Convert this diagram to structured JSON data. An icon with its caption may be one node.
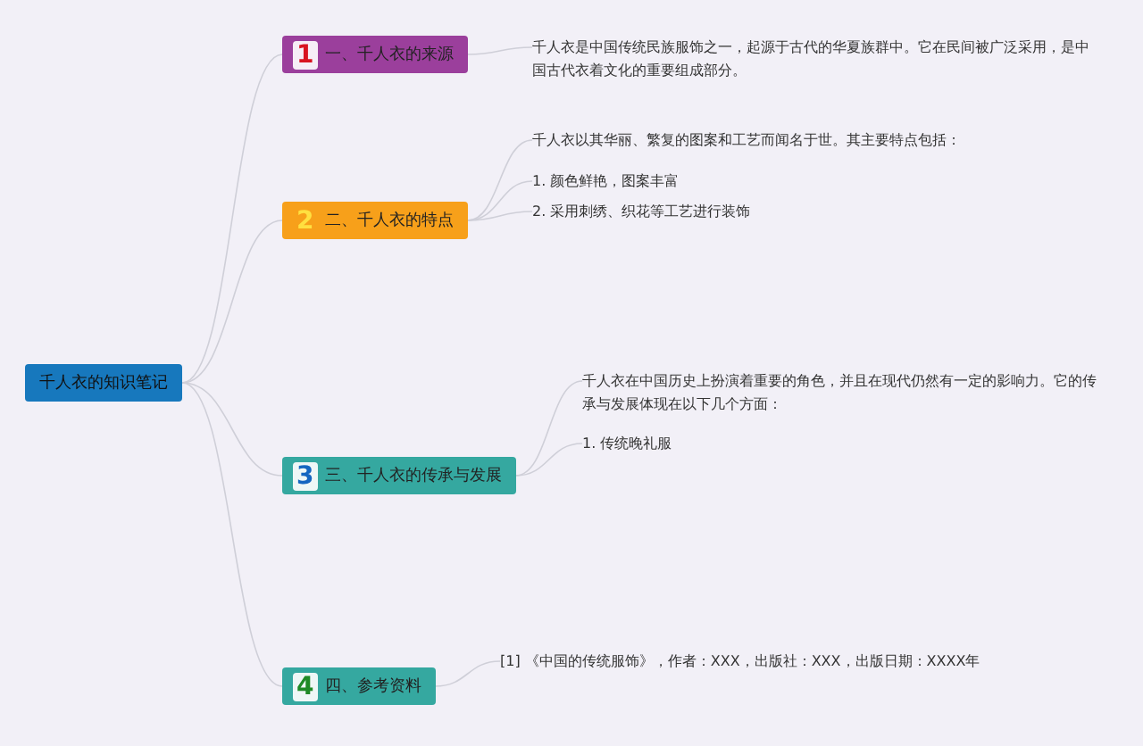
{
  "diagram": {
    "nodes": [
      {
        "text": [
          "千人衣的知识笔记"
        ]
      },
      {
        "text": [
          "1",
          "一、千人衣的来源"
        ]
      },
      {
        "text": [
          "千人衣是中国传统民族服饰之一，起源于古代的华夏族群中。它在民间被广泛采用，是中国古代衣着文化的重要组成部分。"
        ]
      },
      {
        "text": [
          "2",
          "二、千人衣的特点"
        ]
      },
      {
        "text": [
          "千人衣以其华丽、繁复的图案和工艺而闻名于世。其主要特点包括："
        ]
      },
      {
        "text": [
          "1. 颜色鲜艳，图案丰富"
        ]
      },
      {
        "text": [
          "2. 采用刺绣、织花等工艺进行装饰"
        ]
      },
      {
        "text": [
          "3",
          "三、千人衣的传承与发展"
        ]
      },
      {
        "text": [
          "千人衣在中国历史上扮演着重要的角色，并且在现代仍然有一定的影响力。它的传承与发展体现在以下几个方面："
        ]
      },
      {
        "text": [
          "1. 传统晚礼服"
        ]
      },
      {
        "text": [
          "4",
          "四、参考资料"
        ]
      },
      {
        "text": [
          "[1] 《中国的传统服饰》，作者：XXX，出版社：XXX，出版日期：XXXX年"
        ]
      }
    ],
    "edges": [
      {
        "from": 0,
        "to": 1,
        "arrow": "none"
      },
      {
        "from": 0,
        "to": 3,
        "arrow": "none"
      },
      {
        "from": 0,
        "to": 7,
        "arrow": "none"
      },
      {
        "from": 0,
        "to": 10,
        "arrow": "none"
      },
      {
        "from": 1,
        "to": 2,
        "arrow": "none"
      },
      {
        "from": 3,
        "to": 4,
        "arrow": "none"
      },
      {
        "from": 3,
        "to": 5,
        "arrow": "none"
      },
      {
        "from": 3,
        "to": 6,
        "arrow": "none"
      },
      {
        "from": 7,
        "to": 8,
        "arrow": "none"
      },
      {
        "from": 7,
        "to": 9,
        "arrow": "none"
      },
      {
        "from": 10,
        "to": 11,
        "arrow": "none"
      }
    ]
  }
}
